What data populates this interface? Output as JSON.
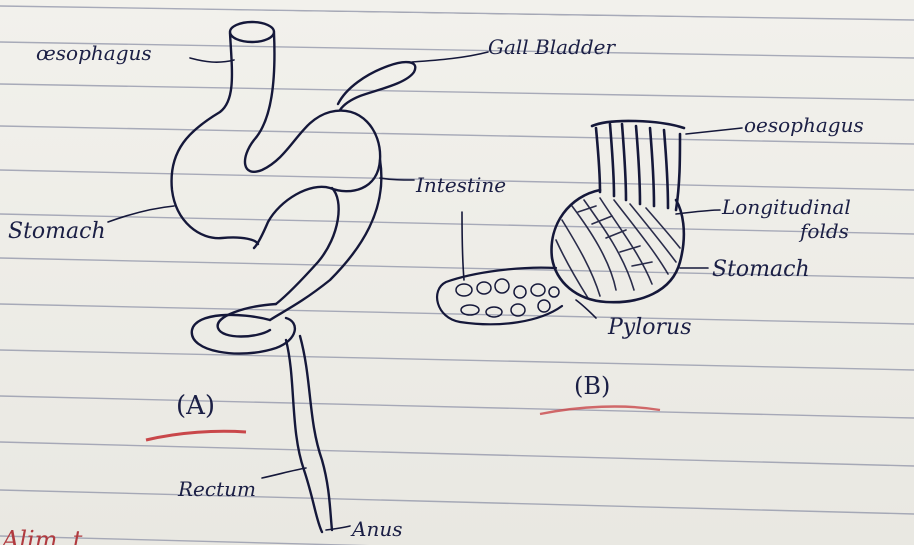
{
  "figure_a": {
    "caption": "(A)",
    "labels": {
      "oesophagus": "œsophagus",
      "gall_bladder": "Gall Bladder",
      "intestine": "Intestine",
      "stomach": "Stomach",
      "rectum": "Rectum",
      "anus": "Anus"
    }
  },
  "figure_b": {
    "caption": "(B)",
    "labels": {
      "oesophagus": "oesophagus",
      "longitudinal_folds_line1": "Longitudinal",
      "longitudinal_folds_line2": "folds",
      "stomach": "Stomach",
      "pylorus": "Pylorus"
    }
  },
  "margin_text": "Alim..t",
  "colors": {
    "ink": "#15183a",
    "ruled_line": "#8f93a8",
    "underline": "#c9474a"
  }
}
